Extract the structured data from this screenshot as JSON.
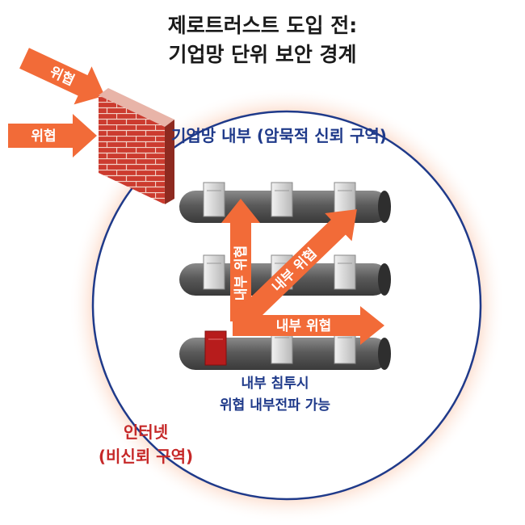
{
  "title": {
    "line1": "제로트러스트 도입 전:",
    "line2": "기업망 단위 보안 경계"
  },
  "threat_label": "위협",
  "corporate_zone_label": "기업망 내부 (암묵적 신뢰 구역)",
  "internal_threat_label": "내부 위협",
  "leak_label": {
    "line1": "내부 침투시",
    "line2": "위협 내부전파 가능"
  },
  "internet_label": {
    "line1": "인터넷",
    "line2": "(비신뢰 구역)"
  },
  "colors": {
    "arrow": "#f26b38",
    "wall": "#c0392b",
    "zone_border": "#1f3a8a",
    "glow": "#f4a582",
    "pipe": "#555555",
    "server": "#d9d9d9",
    "compromised_server": "#b71c1c"
  }
}
